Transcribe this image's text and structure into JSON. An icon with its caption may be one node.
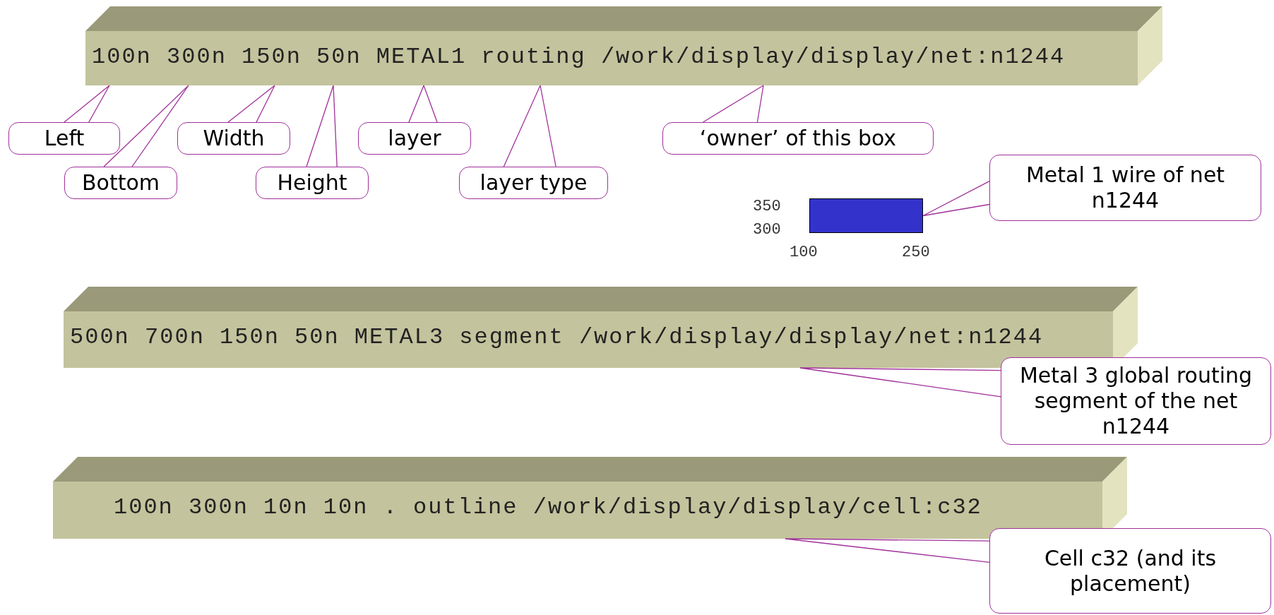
{
  "diagram": {
    "nodes": [
      {
        "text": [
          "100n 300n 150n 50n METAL1 routing /work/display/display/net:n1244"
        ]
      },
      {
        "text": [
          "Left"
        ]
      },
      {
        "text": [
          "Bottom"
        ]
      },
      {
        "text": [
          "Width"
        ]
      },
      {
        "text": [
          "Height"
        ]
      },
      {
        "text": [
          "layer"
        ]
      },
      {
        "text": [
          "layer type"
        ]
      },
      {
        "text": [
          "‘owner’ of this box"
        ]
      },
      {
        "text": [],
        "shape": "box"
      },
      {
        "text": [
          "Metal 1 wire of net n1244"
        ]
      },
      {
        "text": [
          "500n 700n 150n 50n METAL3 segment /work/display/display/net:n1244"
        ]
      },
      {
        "text": [
          "Metal 3 global routing segment of the net n1244"
        ]
      },
      {
        "text": [
          "100n 300n 10n 10n . outline /work/display/display/cell:c32"
        ]
      },
      {
        "text": [
          "Cell c32 (and its placement)"
        ]
      }
    ],
    "edges": [
      {
        "from": 1,
        "to": 0,
        "arrow": "none"
      },
      {
        "from": 2,
        "to": 0,
        "arrow": "none"
      },
      {
        "from": 3,
        "to": 0,
        "arrow": "none"
      },
      {
        "from": 4,
        "to": 0,
        "arrow": "none"
      },
      {
        "from": 5,
        "to": 0,
        "arrow": "none"
      },
      {
        "from": 6,
        "to": 0,
        "arrow": "none"
      },
      {
        "from": 7,
        "to": 0,
        "arrow": "none"
      },
      {
        "from": 9,
        "to": 8,
        "arrow": "none"
      },
      {
        "from": 11,
        "to": 10,
        "arrow": "none"
      },
      {
        "from": 13,
        "to": 12,
        "arrow": "none"
      }
    ],
    "labels": [
      "350",
      "300",
      "100",
      "250"
    ]
  }
}
